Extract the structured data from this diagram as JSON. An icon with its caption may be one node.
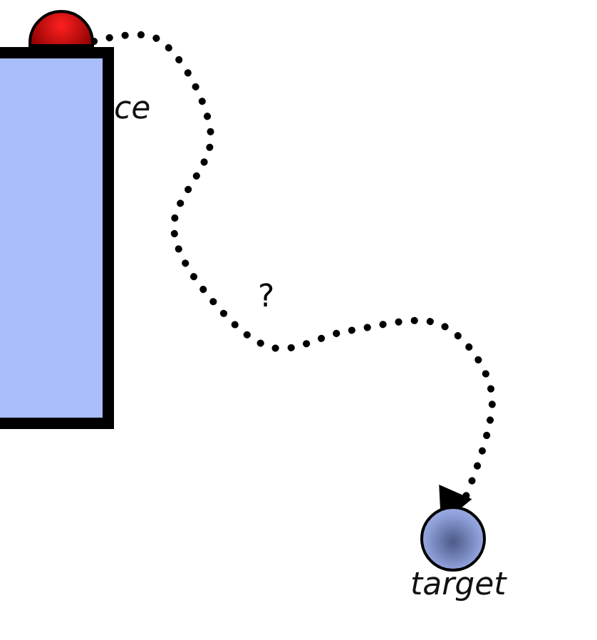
{
  "diagram": {
    "nodes": [
      {
        "text": [],
        "shape": "box"
      },
      {
        "text": [],
        "shape": "circle"
      },
      {
        "text": [],
        "shape": "circle",
        "beside": [
          "target"
        ]
      }
    ],
    "edges": [
      {
        "from": 1,
        "to": 2,
        "arrow": "to",
        "label": "?",
        "style": "dashed"
      }
    ],
    "labels": [
      "ce"
    ]
  }
}
